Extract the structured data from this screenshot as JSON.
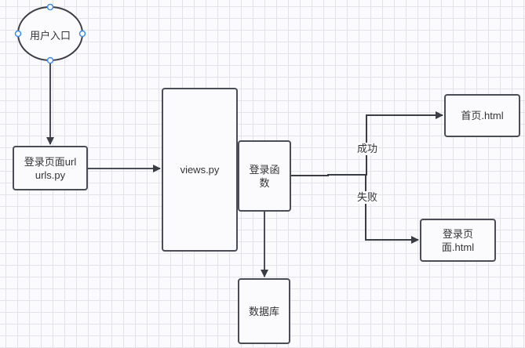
{
  "diagram": {
    "nodes": {
      "entry": {
        "label": "用户入口",
        "shape": "ellipse",
        "selected": true
      },
      "urls": {
        "line1": "登录页面url",
        "line2": "urls.py"
      },
      "views": {
        "label": "views.py"
      },
      "login_func": {
        "line1": "登录函",
        "line2": "数"
      },
      "database": {
        "label": "数据库"
      },
      "home": {
        "label": "首页.html"
      },
      "login_page": {
        "line1": "登录页",
        "line2": "面.html"
      }
    },
    "edges": [
      {
        "from": "entry",
        "to": "urls",
        "label": ""
      },
      {
        "from": "urls",
        "to": "views",
        "label": ""
      },
      {
        "from": "login_func",
        "to": "database",
        "label": ""
      },
      {
        "from": "login_func",
        "to": "home",
        "label": "成功"
      },
      {
        "from": "login_func",
        "to": "login_page",
        "label": "失败"
      }
    ],
    "edge_labels": {
      "success": "成功",
      "failure": "失败"
    },
    "colors": {
      "stroke": "#4a4d55",
      "handle": "#3b8ef0",
      "grid": "#e4e4e8",
      "background": "#fbfbfd"
    }
  }
}
